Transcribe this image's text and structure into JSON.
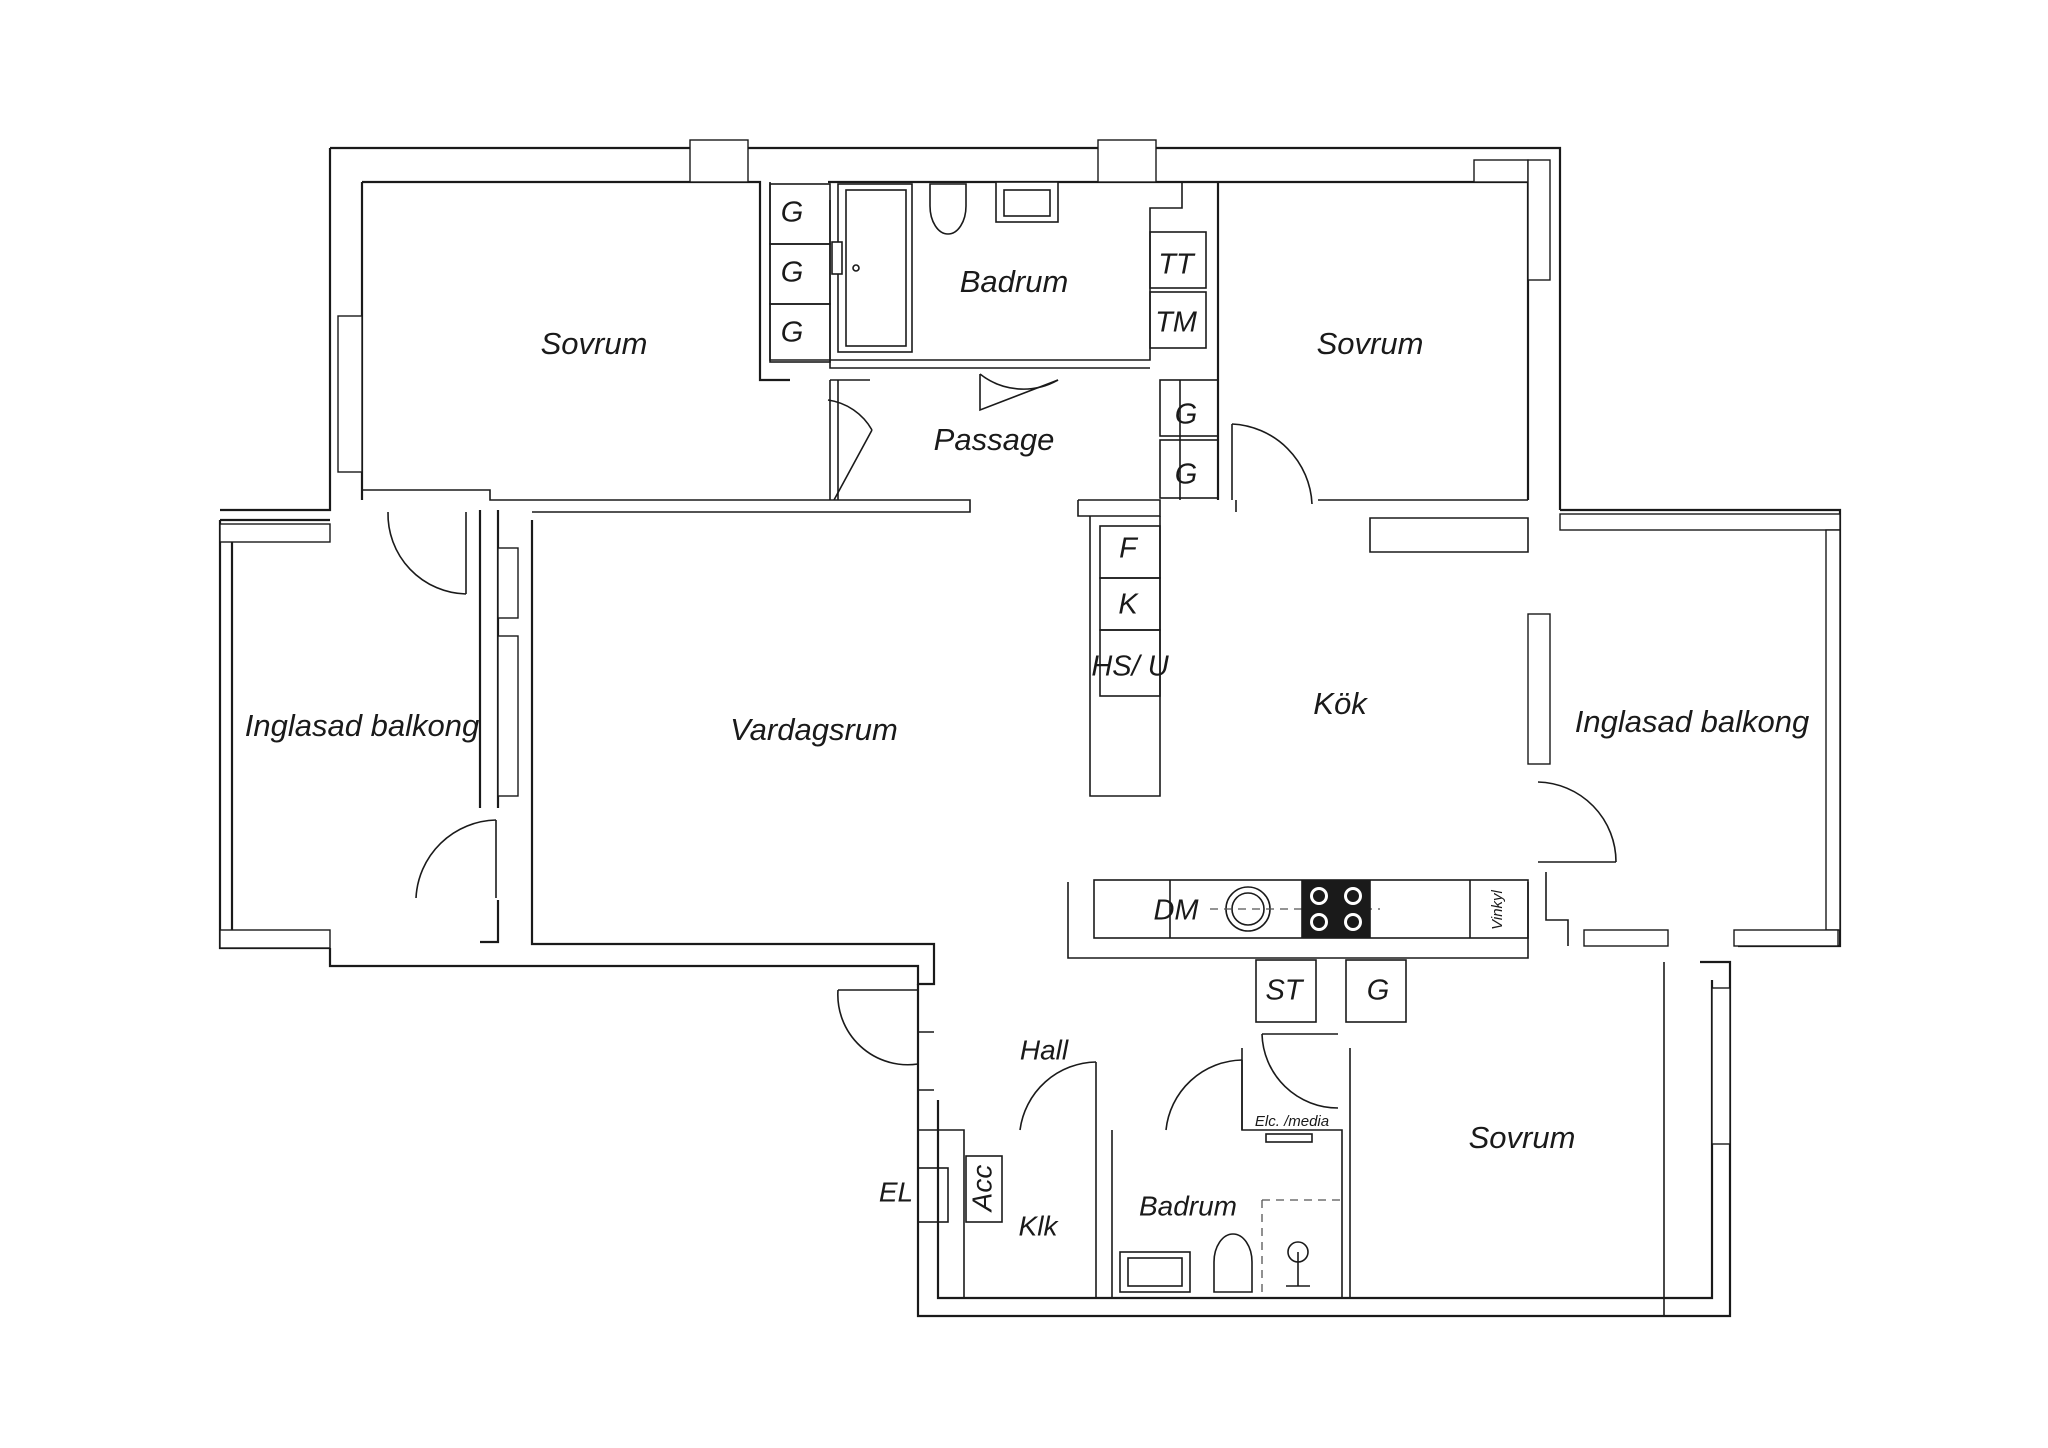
{
  "rooms": {
    "sovrum_nw": "Sovrum",
    "badrum_main": "Badrum",
    "sovrum_ne": "Sovrum",
    "passage": "Passage",
    "vardagsrum": "Vardagsrum",
    "kok": "Kök",
    "balkong_w": "Inglasad balkong",
    "balkong_e": "Inglasad balkong",
    "hall": "Hall",
    "klk": "Klk",
    "badrum_small": "Badrum",
    "sovrum_se": "Sovrum"
  },
  "cabinets": {
    "g1": "G",
    "g2": "G",
    "g3": "G",
    "tt": "TT",
    "tm": "TM",
    "g4": "G",
    "g5": "G",
    "f": "F",
    "k": "K",
    "hsu": "HS/ U",
    "dm": "DM",
    "vinkyl": "Vinkyl",
    "st": "ST",
    "g6": "G",
    "acc": "Acc",
    "el": "EL",
    "elc": "Elc. /media"
  }
}
